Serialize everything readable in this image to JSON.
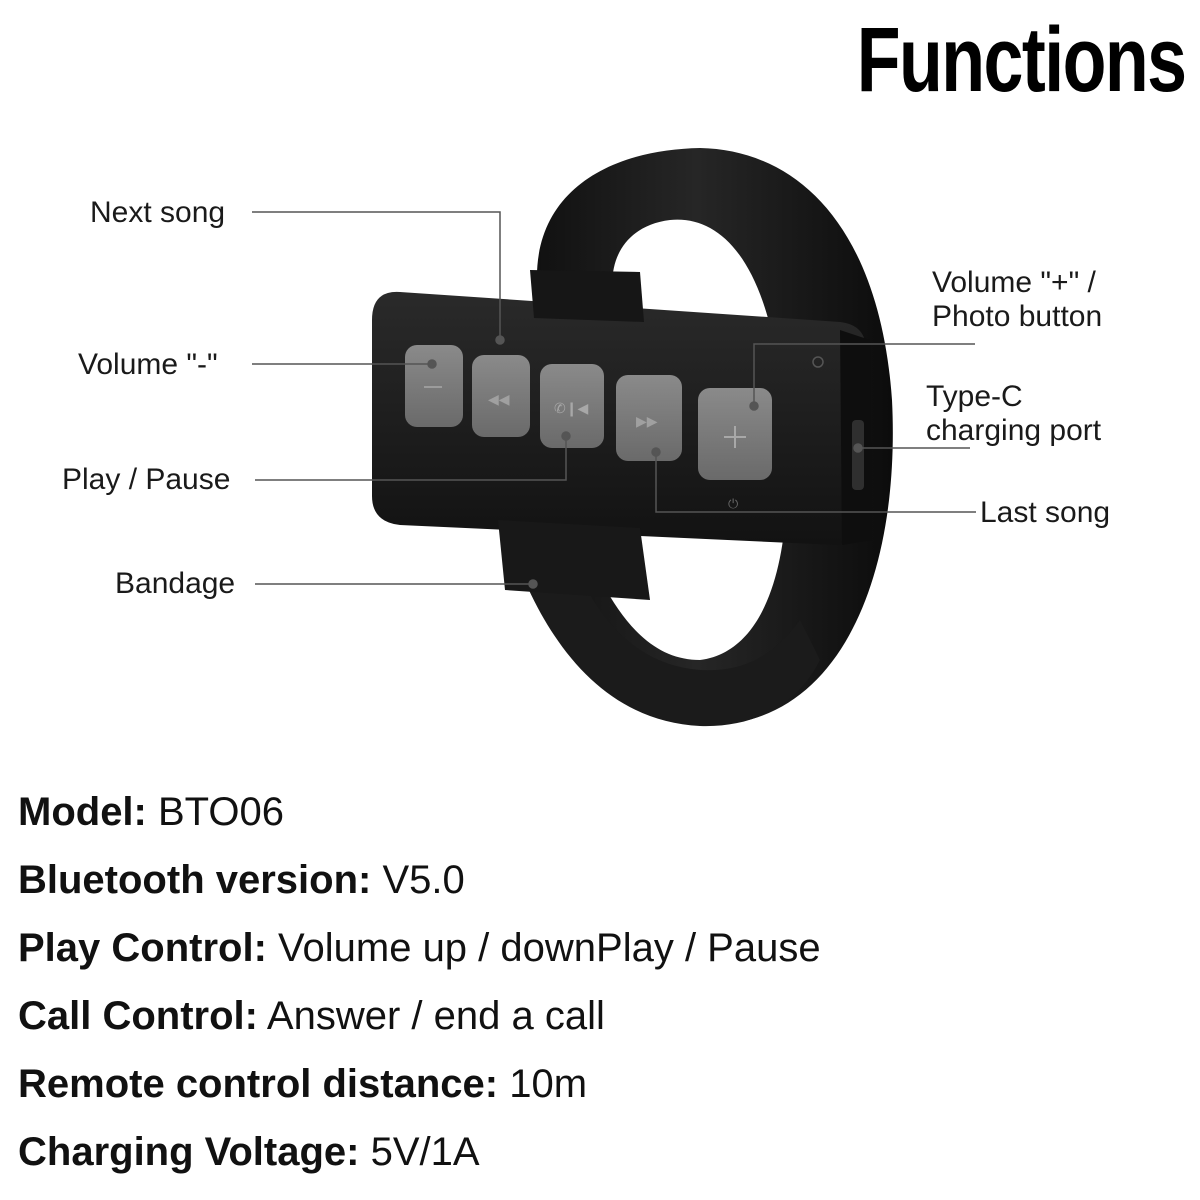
{
  "title": "Functions",
  "callouts": {
    "next_song": "Next song",
    "volume_minus": "Volume \"-\"",
    "play_pause": "Play / Pause",
    "bandage": "Bandage",
    "volume_plus_line1": "Volume \"+\" /",
    "volume_plus_line2": "Photo button",
    "typec_line1": "Type-C",
    "typec_line2": "charging port",
    "last_song": "Last song"
  },
  "specs": [
    {
      "key": "Model:",
      "value": "BTO06"
    },
    {
      "key": "Bluetooth version:",
      "value": "V5.0"
    },
    {
      "key": "Play Control:",
      "value": "Volume up / downPlay / Pause"
    },
    {
      "key": "Call Control:",
      "value": "Answer / end a call"
    },
    {
      "key": "Remote control distance:",
      "value": "10m"
    },
    {
      "key": "Charging Voltage:",
      "value": "5V/1A"
    }
  ],
  "colors": {
    "strap": "#141414",
    "body": "#1e1e1e",
    "button": "#7a7a7a",
    "line": "#555555"
  }
}
